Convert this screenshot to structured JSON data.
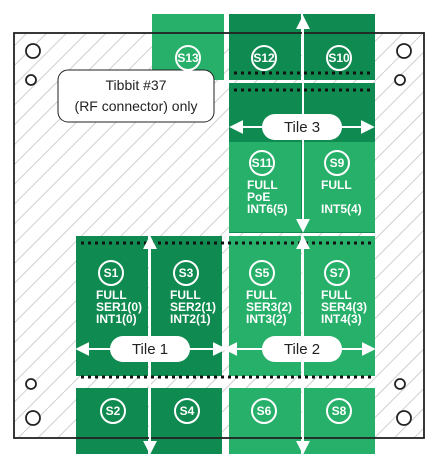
{
  "callout": {
    "line1": "Tibbit #37",
    "line2": "(RF connector) only"
  },
  "tiles": {
    "tile1": "Tile 1",
    "tile2": "Tile 2",
    "tile3": "Tile 3"
  },
  "slots": {
    "s1": {
      "label": "S1",
      "lines": [
        "FULL",
        "SER1(0)",
        "INT1(0)"
      ]
    },
    "s2": {
      "label": "S2"
    },
    "s3": {
      "label": "S3",
      "lines": [
        "FULL",
        "SER2(1)",
        "INT2(1)"
      ]
    },
    "s4": {
      "label": "S4"
    },
    "s5": {
      "label": "S5",
      "lines": [
        "FULL",
        "SER3(2)",
        "INT3(2)"
      ]
    },
    "s6": {
      "label": "S6"
    },
    "s7": {
      "label": "S7",
      "lines": [
        "FULL",
        "SER4(3)",
        "INT4(3)"
      ]
    },
    "s8": {
      "label": "S8"
    },
    "s9": {
      "label": "S9",
      "lines": [
        "FULL",
        "",
        "INT5(4)"
      ]
    },
    "s10": {
      "label": "S10"
    },
    "s11": {
      "label": "S11",
      "lines": [
        "FULL",
        "PoE",
        "INT6(5)"
      ]
    },
    "s12": {
      "label": "S12"
    },
    "s13": {
      "label": "S13"
    }
  },
  "colors": {
    "dark_green": "#0f8a50",
    "light_green": "#27b06a",
    "hatch": "#c8c8c8",
    "outline": "#222222"
  }
}
